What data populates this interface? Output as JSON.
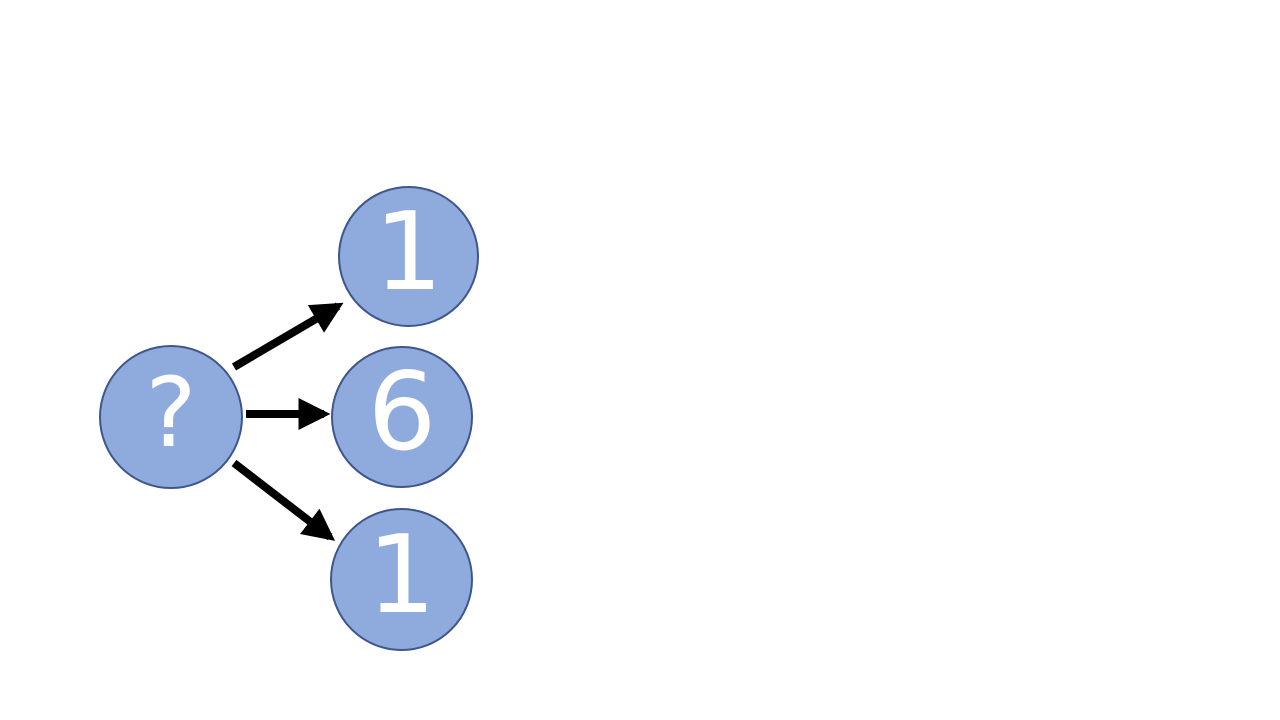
{
  "diagram": {
    "title": "question-node-fan-out-diagram",
    "nodes": [
      {
        "id": "question",
        "label": "?",
        "role": "source"
      },
      {
        "id": "child-top",
        "label": "1",
        "role": "target"
      },
      {
        "id": "child-middle",
        "label": "6",
        "role": "target"
      },
      {
        "id": "child-bottom",
        "label": "1",
        "role": "target"
      }
    ],
    "edges": [
      {
        "from": "question",
        "to": "child-top"
      },
      {
        "from": "question",
        "to": "child-middle"
      },
      {
        "from": "question",
        "to": "child-bottom"
      }
    ],
    "colors": {
      "node_fill": "#8FAADC",
      "node_border": "#3F568C",
      "node_text": "#FFFFFF",
      "arrow": "#000000",
      "background": "#FFFFFF"
    }
  }
}
